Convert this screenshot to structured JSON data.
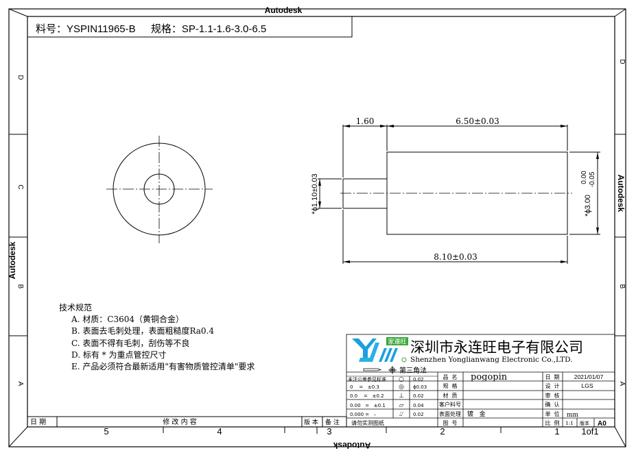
{
  "watermark": "Autodesk",
  "header": {
    "part_no_label": "料号：",
    "part_no": "YSPIN11965-B",
    "spec_label": "规格：",
    "spec": "SP-1.1-1.6-3.0-6.5"
  },
  "zones": {
    "rows": [
      "D",
      "C",
      "B",
      "A"
    ],
    "columns": [
      "5",
      "4",
      "3",
      "2",
      "1"
    ],
    "sheet": "1of1"
  },
  "dimensions": {
    "shaft_length": "1.60",
    "body_length": "6.50±0.03",
    "total_length": "8.10±0.03",
    "shaft_diameter": "*ϕ1.10±0.03",
    "body_diameter": "*ϕ3.00",
    "body_tol_upper": "0.00",
    "body_tol_lower": "-0.05"
  },
  "tech_notes": {
    "title": "技术规范",
    "items": [
      "A.  材质：C3604（黄铜合金）",
      "B.  表面去毛刺处理，表面粗糙度Ra0.4",
      "C.  表面不得有毛刺，刮伤等不良",
      "D.  标有 * 为重点管控尺寸",
      "E.  产品必须符合最新适用\"有害物质管控清单\"要求"
    ]
  },
  "revision_bar": {
    "date": "日  期",
    "content": "修          改          内          容",
    "version": "版 本",
    "remark": "备 注"
  },
  "title_block": {
    "logo_text": "家連旺",
    "company_cn": "深圳市永连旺电子有限公司",
    "company_en": "Shenzhen Yonglianwang Electronic Co.,LTD.",
    "projection": "第三角法",
    "tolerance_header": "未注公差参见标准",
    "tolerances": [
      {
        "range": "0    =   ±0.3",
        "symbol": "○",
        "value": "0.02"
      },
      {
        "range": "0.0    =   ±0.2",
        "symbol": "◎",
        "value": "ϕ0.03"
      },
      {
        "range": "0.00   =   ±0.1",
        "symbol": "⊥",
        "value": "0.02"
      },
      {
        "range": "0.000 =   –",
        "symbol": "▱",
        "value": "0.04"
      },
      {
        "range": "",
        "symbol": "⌰",
        "value": "0.02"
      }
    ],
    "note": "请勿实测图纸",
    "fields": [
      {
        "label": "品  名",
        "value": "pogopin"
      },
      {
        "label": "规  格",
        "value": ""
      },
      {
        "label": "材  质",
        "value": ""
      },
      {
        "label": "客户料号",
        "value": ""
      },
      {
        "label": "表面处理",
        "value": "镀   金"
      },
      {
        "label": "图  号",
        "value": ""
      }
    ],
    "right_fields": [
      {
        "label": "日  期",
        "value": "2021/01/07"
      },
      {
        "label": "设  计",
        "value": "LGS"
      },
      {
        "label": "审  核",
        "value": ""
      },
      {
        "label": "确  认",
        "value": ""
      },
      {
        "label": "单  位",
        "value": "mm"
      },
      {
        "label": "比  例",
        "value": "1:1"
      }
    ],
    "version_label": "版本",
    "version": "A0"
  }
}
